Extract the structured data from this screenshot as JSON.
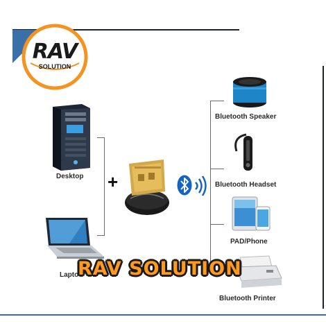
{
  "logo": {
    "main": "RAV",
    "sub": "SOLUTION"
  },
  "computers": [
    {
      "label": "Desktop"
    },
    {
      "label": "Lapto"
    }
  ],
  "plus_symbol": "+",
  "devices": [
    {
      "label": "Bluetooth Speaker"
    },
    {
      "label": "Bluetooth Headset"
    },
    {
      "label": "PAD/Phone"
    },
    {
      "label": "Bluetooth Printer"
    }
  ],
  "watermark": "RAV SOLUTION",
  "colors": {
    "accent_orange": "#f39321",
    "bluetooth_blue": "#1565c0",
    "frame": "#1b2030",
    "border_blue": "#2f6cb5"
  },
  "icons": [
    "bluetooth-icon",
    "signal-waves-icon",
    "chip-icon"
  ]
}
